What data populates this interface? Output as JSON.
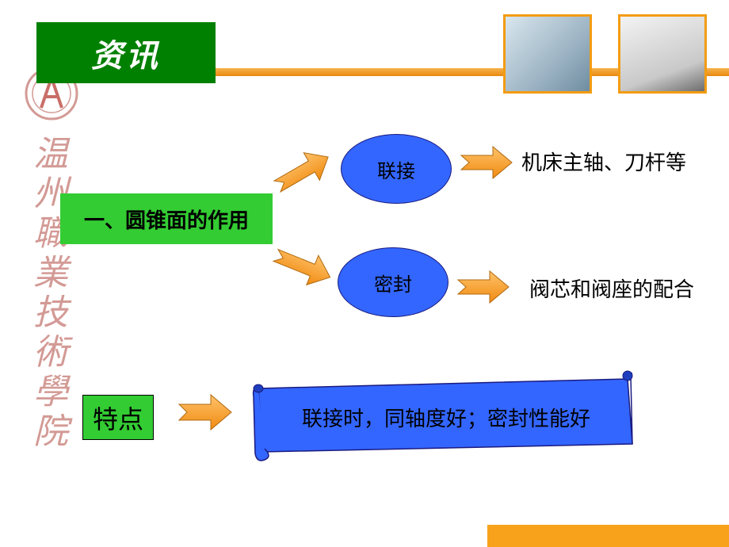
{
  "header": {
    "title": "资讯"
  },
  "sidebar": {
    "vertical_text": [
      "温",
      "州",
      "職",
      "業",
      "技",
      "術",
      "學",
      "院"
    ]
  },
  "diagram": {
    "main_topic": "一、圆锥面的作用",
    "branches": [
      {
        "label": "联接",
        "result": "机床主轴、刀杆等"
      },
      {
        "label": "密封",
        "result": "阀芯和阀座的配合"
      }
    ],
    "feature_label": "特点",
    "feature_text": "联接时，同轴度好；密封性能好"
  },
  "colors": {
    "title_green": "#008000",
    "box_green": "#33cc33",
    "ellipse_blue": "#3366ff",
    "arrow_orange": "#f7a030",
    "accent_orange": "#f39c12"
  }
}
